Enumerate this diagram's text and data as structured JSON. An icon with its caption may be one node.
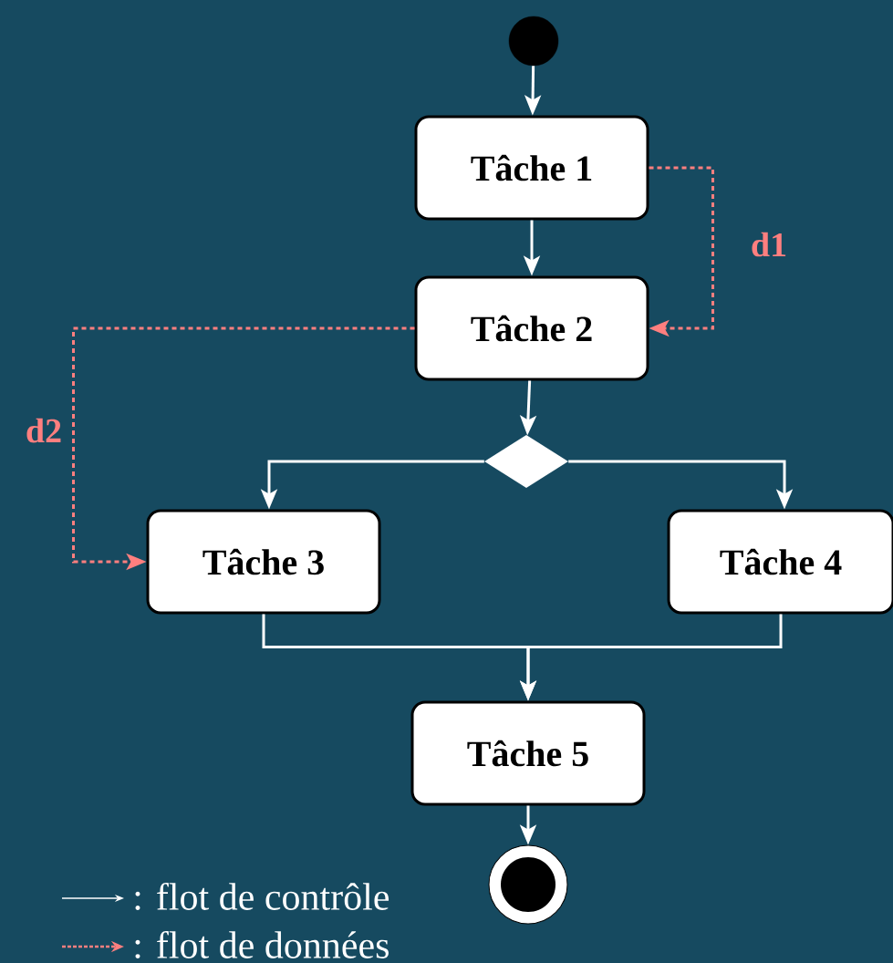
{
  "diagram": {
    "nodes": [
      {
        "text": [],
        "shape": "circle"
      },
      {
        "text": [
          "Tâche 1"
        ]
      },
      {
        "text": [
          "Tâche 2"
        ]
      },
      {
        "text": [],
        "shape": "diamond"
      },
      {
        "text": [
          "Tâche 3"
        ]
      },
      {
        "text": [
          "Tâche 4"
        ]
      },
      {
        "text": [
          "Tâche 5"
        ]
      },
      {
        "text": [],
        "shape": "bullseye"
      }
    ],
    "edges": [
      {
        "from": 0,
        "to": 1,
        "arrow": "to"
      },
      {
        "from": 1,
        "to": 2,
        "arrow": "to"
      },
      {
        "from": 2,
        "to": 3,
        "arrow": "to"
      },
      {
        "from": 3,
        "to": 4,
        "arrow": "to"
      },
      {
        "from": 3,
        "to": 5,
        "arrow": "to"
      },
      {
        "from": 4,
        "to": 6,
        "arrow": "to"
      },
      {
        "from": 5,
        "to": 6,
        "arrow": "to"
      },
      {
        "from": 6,
        "to": 7,
        "arrow": "to"
      },
      {
        "from": 1,
        "to": 2,
        "arrow": "to",
        "label": "d1",
        "style": "dashed",
        "color": "#ff7f7f"
      },
      {
        "from": 2,
        "to": 4,
        "arrow": "to",
        "label": "d2",
        "style": "dashed",
        "color": "#ff7f7f"
      }
    ],
    "legend": [
      {
        "text": ": flot de contrôle"
      },
      {
        "text": ": flot de données"
      }
    ]
  }
}
